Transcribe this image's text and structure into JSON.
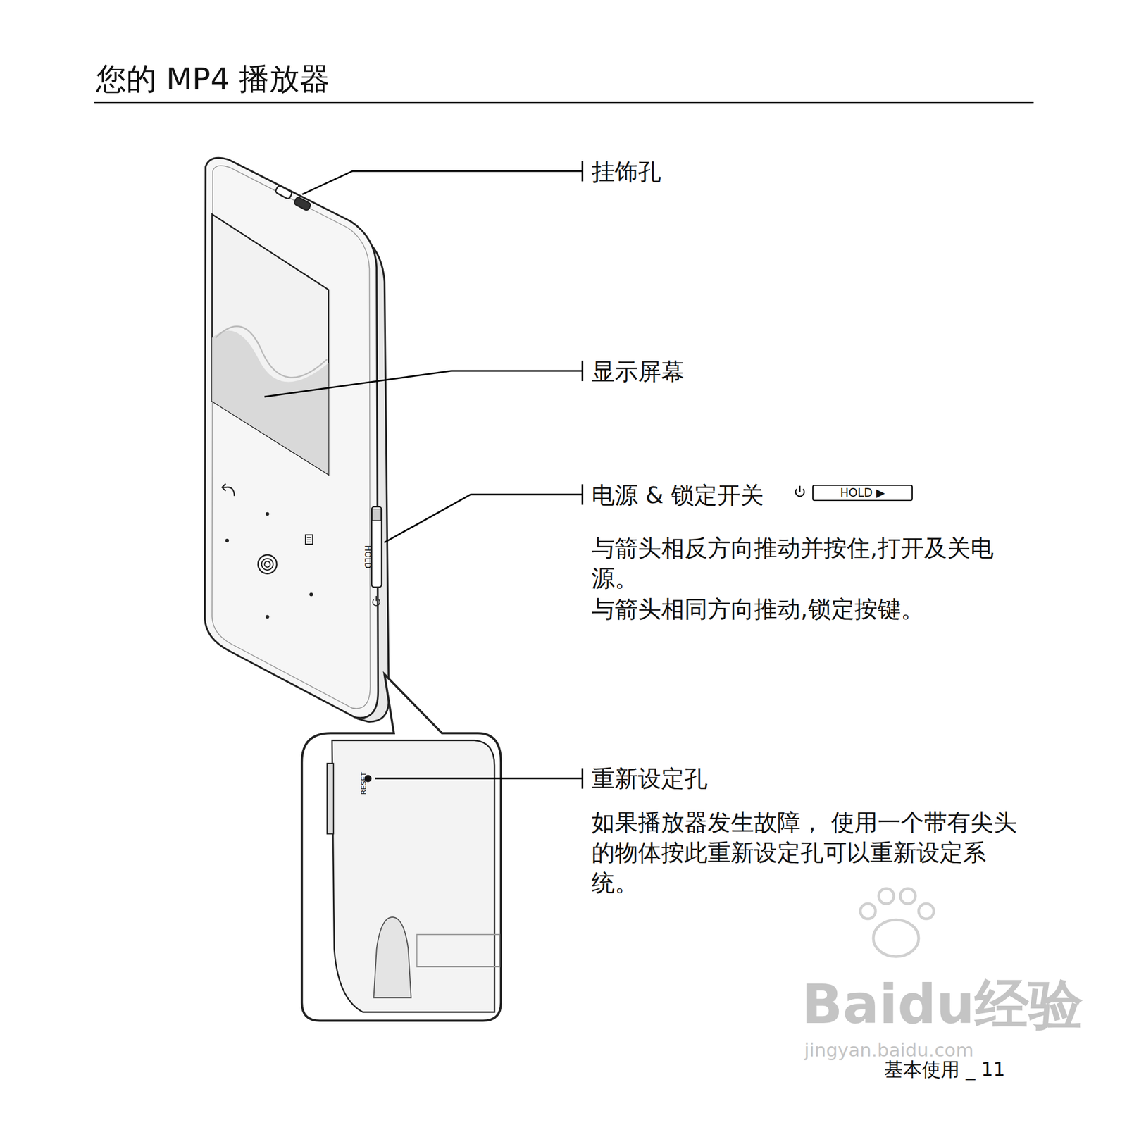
{
  "diagram": {
    "title": "您的 MP4 播放器",
    "nodes": [
      {
        "text": [
          "HOLD ▶"
        ]
      }
    ],
    "labels": [
      "挂饰孔",
      "显示屏幕",
      "电源 & 锁定开关",
      "与箭头相反方向推动并按住,打开及关电源。",
      "与箭头相同方向推动,锁定按键。",
      "重新设定孔",
      "如果播放器发生故障， 使用一个带有尖头的物体按此重新设定孔可以重新设定系统。",
      "RESET",
      "HOLD",
      "基本使用 _ 11",
      "Baidu经验",
      "jingyan.baidu.com"
    ]
  }
}
